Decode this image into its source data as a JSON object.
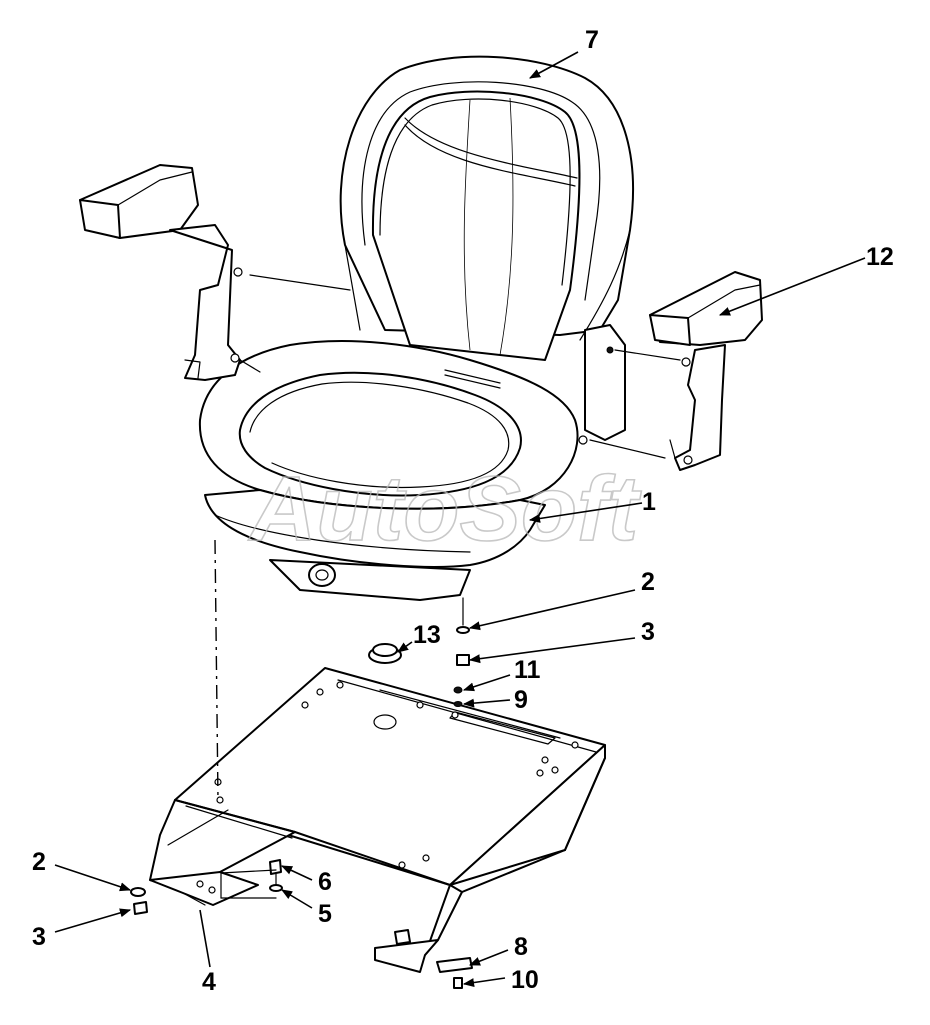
{
  "watermark": "AutoSoft",
  "callouts": {
    "c1": "1",
    "c2a": "2",
    "c2b": "2",
    "c3a": "3",
    "c3b": "3",
    "c4": "4",
    "c5": "5",
    "c6": "6",
    "c7": "7",
    "c8": "8",
    "c9": "9",
    "c10": "10",
    "c11": "11",
    "c12": "12",
    "c13": "13"
  }
}
